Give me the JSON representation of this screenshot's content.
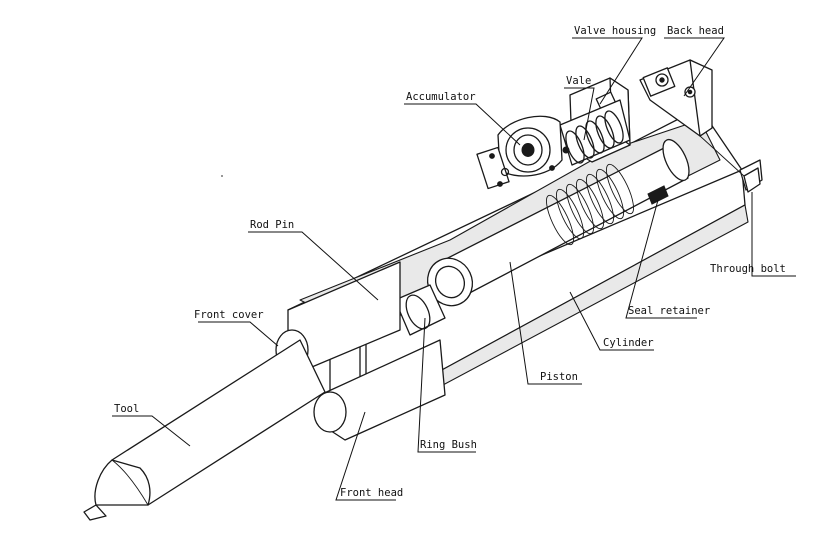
{
  "labels": {
    "valve_housing": "Valve housing",
    "back_head": "Back head",
    "vale": "Vale",
    "accumulator": "Accumulator",
    "rod_pin": "Rod Pin",
    "through_bolt": "Through bolt",
    "seal_retainer": "Seal retainer",
    "cylinder": "Cylinder",
    "front_cover": "Front cover",
    "piston": "Piston",
    "tool": "Tool",
    "ring_bush": "Ring Bush",
    "front_head": "Front head"
  }
}
